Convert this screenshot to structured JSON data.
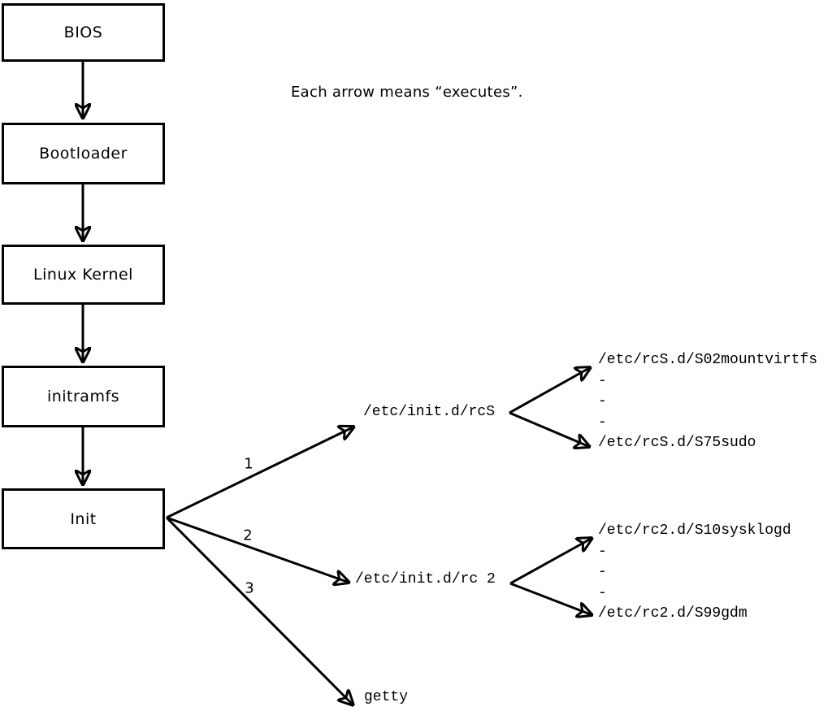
{
  "caption": "Each arrow means “executes”.",
  "chain": {
    "bios": "BIOS",
    "bootloader": "Bootloader",
    "kernel": "Linux Kernel",
    "initramfs": "initramfs",
    "init": "Init"
  },
  "branches": [
    {
      "order": "1",
      "target": "/etc/init.d/rcS"
    },
    {
      "order": "2",
      "target": "/etc/init.d/rc 2"
    },
    {
      "order": "3",
      "target": "getty"
    }
  ],
  "rcS_scripts": [
    "/etc/rcS.d/S02mountvirtfs",
    "-",
    "-",
    "-",
    "/etc/rcS.d/S75sudo"
  ],
  "rc2_scripts": [
    "/etc/rc2.d/S10sysklogd",
    "-",
    "-",
    "-",
    "/etc/rc2.d/S99gdm"
  ],
  "colors": {
    "foreground": "#000000",
    "background": "#ffffff"
  }
}
